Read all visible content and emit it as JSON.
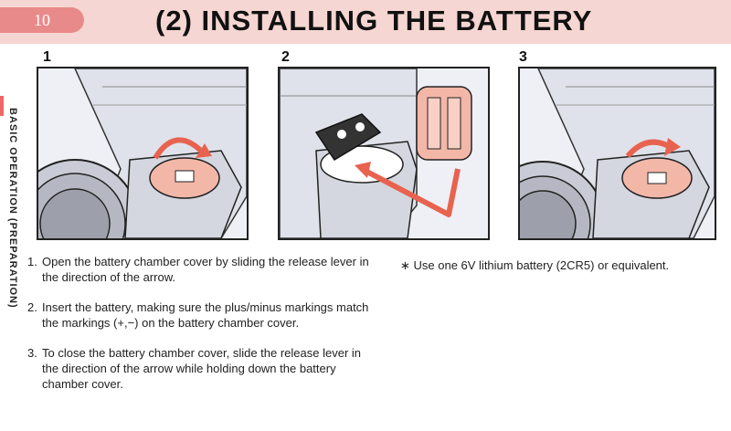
{
  "page": {
    "number": "10",
    "title": "(2) INSTALLING THE BATTERY",
    "section_label": "BASIC OPERATION (PREPARATION)"
  },
  "figures": [
    {
      "label": "1"
    },
    {
      "label": "2"
    },
    {
      "label": "3"
    }
  ],
  "instructions": [
    {
      "num": "1.",
      "text": "Open the battery chamber cover by sliding the release lever in the direction of the arrow."
    },
    {
      "num": "2.",
      "text": "Insert the battery, making sure the plus/minus markings match the markings (+,−) on the battery chamber cover."
    },
    {
      "num": "3.",
      "text": "To close the battery chamber cover, slide the release lever in the direction of the arrow while holding down the battery chamber cover."
    }
  ],
  "note": "∗ Use one 6V lithium battery (2CR5) or equivalent.",
  "colors": {
    "accent": "#e98a8a",
    "header_band": "#f6d6d2",
    "arrow": "#e8634f",
    "cover": "#f3b7a8"
  }
}
